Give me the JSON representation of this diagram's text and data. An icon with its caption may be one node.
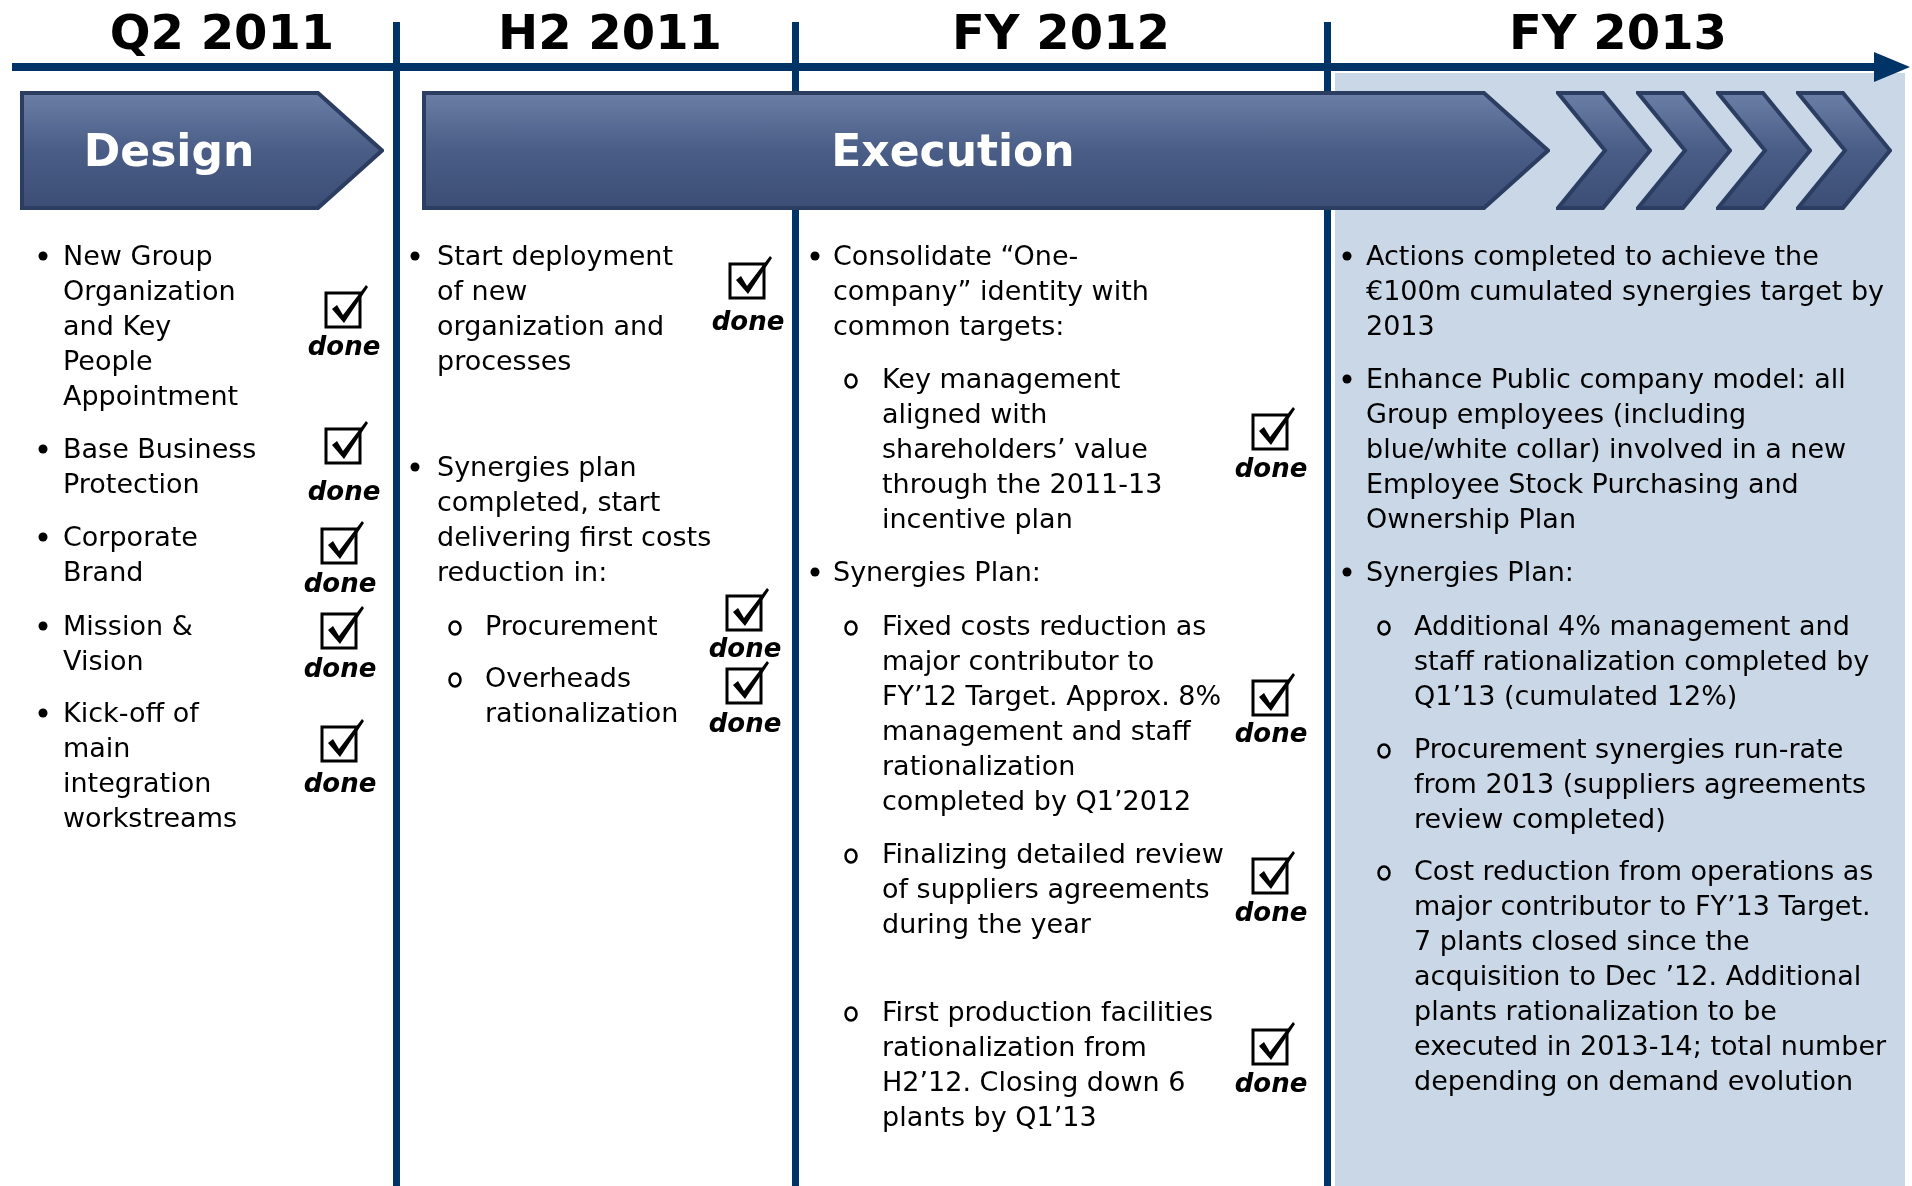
{
  "diagram": {
    "nodes": [
      {
        "text": [
          "Design"
        ]
      },
      {
        "text": [
          "Execution"
        ]
      },
      {
        "text": [],
        "shape": "chevron"
      },
      {
        "text": [],
        "shape": "chevron"
      },
      {
        "text": [],
        "shape": "chevron"
      },
      {
        "text": [],
        "shape": "chevron"
      }
    ],
    "labels": [
      "Q2 2011",
      "H2 2011",
      "FY 2012",
      "FY 2013",
      "New Group Organization and Key People Appointment",
      "done",
      "Base Business Protection",
      "done",
      "Corporate Brand",
      "done",
      "Mission & Vision",
      "done",
      "Kick-off of main integration workstreams",
      "done",
      "Start deployment of new organization and processes",
      "done",
      "Synergies plan completed, start delivering first costs reduction in:",
      "Procurement",
      "done",
      "Overheads rationalization",
      "done",
      "Consolidate “One-company” identity with common targets:",
      "Key management aligned with shareholders’ value through the 2011-13 incentive plan",
      "done",
      "Synergies Plan:",
      "Fixed costs reduction as major contributor to FY’12 Target. Approx. 8% management and staff rationalization completed by Q1’2012",
      "done",
      "Finalizing detailed review of suppliers agreements during the year",
      "done",
      "First production facilities rationalization from H2’12. Closing down 6 plants by Q1’13",
      "done",
      "Actions completed to achieve the €100m cumulated synergies target by 2013",
      "Enhance Public company model: all Group employees (including blue/white collar) involved in a new Employee Stock Purchasing and Ownership Plan",
      "Synergies Plan:",
      "Additional 4% management and staff rationalization completed by Q1’13 (cumulated 12%)",
      "Procurement synergies run-rate from 2013 (suppliers agreements review completed)",
      "Cost reduction from operations as major contributor to FY’13 Target. 7 plants closed since the acquisition to Dec ’12. Additional plants rationalization to be executed in 2013-14; total number depending on demand evolution"
    ]
  }
}
